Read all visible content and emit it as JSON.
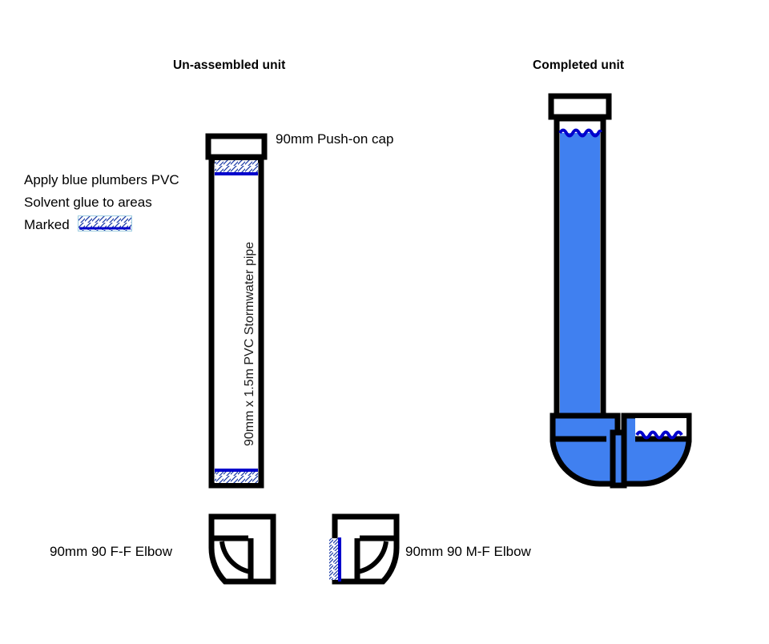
{
  "page": {
    "background": "#ffffff",
    "line_color": "#000000",
    "water_fill": "#4080F0",
    "glue_color": "#0000CC",
    "hatch_color": "#1F3FA8"
  },
  "headings": {
    "unassembled": "Un-assembled unit",
    "completed": "Completed unit"
  },
  "labels": {
    "push_on_cap": "90mm Push-on cap",
    "pipe": "90mm x 1.5m PVC Stormwater pipe",
    "elbow_ff": "90mm 90 F-F Elbow",
    "elbow_mf": "90mm 90 M-F Elbow"
  },
  "glue_note": {
    "line1": "Apply blue plumbers PVC",
    "line2": "Solvent glue to areas",
    "line3": "Marked",
    "swatch_name": "hatched-glue-swatch"
  },
  "parts": {
    "cap": "90mm Push-on cap",
    "pipe": "90mm x 1.5m PVC Stormwater pipe",
    "elbow_female_female": "90mm 90 F-F Elbow",
    "elbow_male_female": "90mm 90 M-F Elbow"
  }
}
